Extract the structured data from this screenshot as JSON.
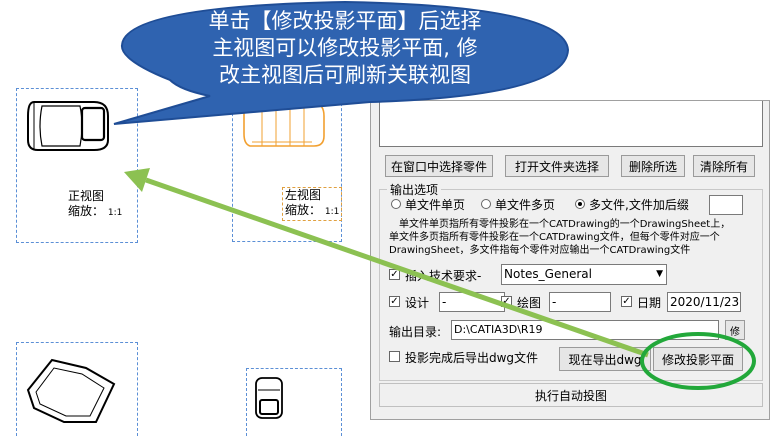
{
  "callout": {
    "lines": [
      "单击【修改投影平面】后选择",
      "主视图可以修改投影平面, 修",
      "改主视图后可刷新关联视图"
    ]
  },
  "views": {
    "front": {
      "label_line1": "正视图",
      "label_line2": "缩放：",
      "scale_value": "1:1"
    },
    "left": {
      "label_line1": "左视图",
      "label_line2": "缩放：",
      "scale_value": "1:1"
    }
  },
  "dialog": {
    "buttons": {
      "select_in_window": "在窗口中选择零件",
      "open_folder": "打开文件夹选择",
      "delete_selected": "删除所选",
      "clear_all": "清除所有"
    },
    "output_options": {
      "title": "输出选项",
      "radio_single_file_single_page": "单文件单页",
      "radio_single_file_multi_page": "单文件多页",
      "radio_multi_file": "多文件,文件加后缀",
      "suffix_value": "",
      "desc_line1": "单文件单页指所有零件投影在一个CATDrawing的一个DrawingSheet上，",
      "desc_line2": "单文件多页指所有零件投影在一个CATDrawing文件，但每个零件对应一个",
      "desc_line3": "DrawingSheet，多文件指每个零件对应输出一个CATDrawing文件"
    },
    "insert_tech_req": {
      "label": "插入技术要求-",
      "value": "Notes_General"
    },
    "design": {
      "label": "设计",
      "value": "-"
    },
    "drawing": {
      "label": "绘图",
      "value": "-"
    },
    "date": {
      "label": "日期",
      "value": "2020/11/23"
    },
    "output_dir": {
      "label": "输出目录:",
      "value": "D:\\CATIA3D\\R19",
      "modify_label": "修"
    },
    "export_dwg_after": {
      "label": "投影完成后导出dwg文件"
    },
    "export_dwg_now": "现在导出dwg",
    "modify_projection_plane": "修改投影平面",
    "run_auto_projection": "执行自动投图"
  },
  "colors": {
    "callout_fill": "#2f63b0",
    "arrow": "#8cc152",
    "highlight_ring": "#22a83a",
    "view_frame": "#5b8fd6",
    "left_view_part": "#f2a030"
  }
}
